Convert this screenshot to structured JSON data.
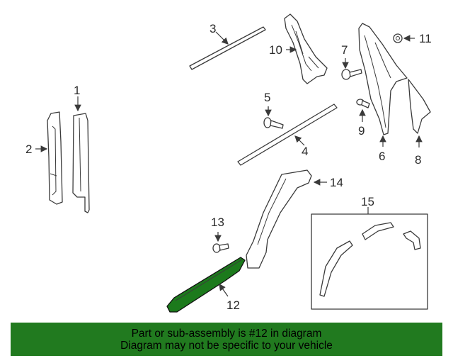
{
  "diagram": {
    "callouts": [
      "1",
      "2",
      "3",
      "4",
      "5",
      "6",
      "7",
      "8",
      "9",
      "10",
      "11",
      "12",
      "13",
      "14",
      "15"
    ],
    "highlighted_part": "12",
    "colors": {
      "highlight": "#1c7a1c",
      "banner": "#217a1f",
      "line": "#3a3a3a"
    }
  },
  "banner": {
    "line1": "Part or sub-assembly is #12 in diagram",
    "line2": "Diagram may not be specific to your vehicle"
  }
}
